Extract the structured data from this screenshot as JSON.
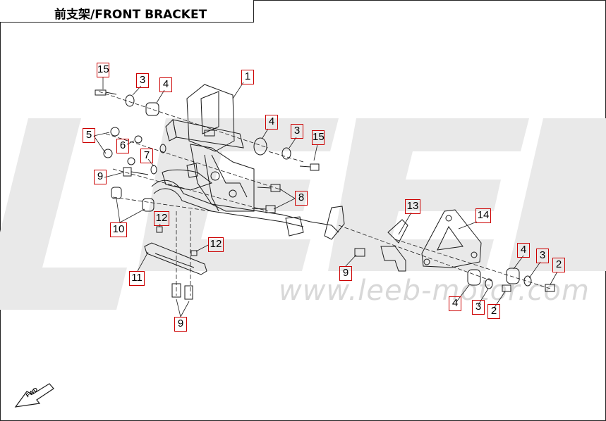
{
  "title": "前支架/FRONT BRACKET",
  "watermark_url": "www.leeb-motor.com",
  "callouts": [
    {
      "id": "c15a",
      "label": "15"
    },
    {
      "id": "c3a",
      "label": "3"
    },
    {
      "id": "c4a",
      "label": "4"
    },
    {
      "id": "c1",
      "label": "1"
    },
    {
      "id": "c4b",
      "label": "4"
    },
    {
      "id": "c3b",
      "label": "3"
    },
    {
      "id": "c15b",
      "label": "15"
    },
    {
      "id": "c5",
      "label": "5"
    },
    {
      "id": "c6",
      "label": "6"
    },
    {
      "id": "c7",
      "label": "7"
    },
    {
      "id": "c9a",
      "label": "9"
    },
    {
      "id": "c8",
      "label": "8"
    },
    {
      "id": "c10",
      "label": "10"
    },
    {
      "id": "c12a",
      "label": "12"
    },
    {
      "id": "c12b",
      "label": "12"
    },
    {
      "id": "c11",
      "label": "11"
    },
    {
      "id": "c9b",
      "label": "9"
    },
    {
      "id": "c9c",
      "label": "9"
    },
    {
      "id": "c13",
      "label": "13"
    },
    {
      "id": "c14",
      "label": "14"
    },
    {
      "id": "c4c",
      "label": "4"
    },
    {
      "id": "c3c",
      "label": "3"
    },
    {
      "id": "c2a",
      "label": "2"
    },
    {
      "id": "c4d",
      "label": "4"
    },
    {
      "id": "c3d",
      "label": "3"
    },
    {
      "id": "c2b",
      "label": "2"
    }
  ],
  "fwd_label": "FWD",
  "colors": {
    "callout_border": "#c00000",
    "watermark": "#e4e4e4",
    "line": "#1a1a1a"
  }
}
